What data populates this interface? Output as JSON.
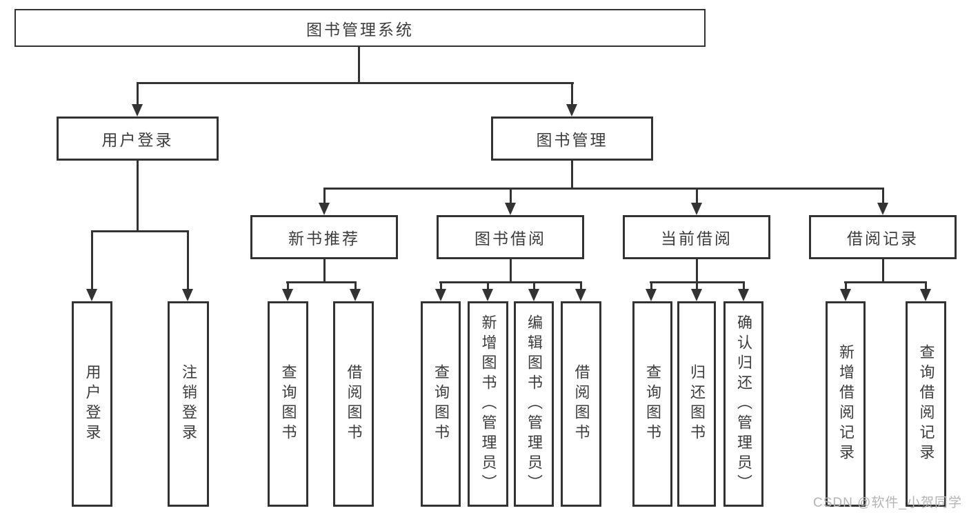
{
  "diagram": {
    "type": "hierarchy-tree",
    "watermark": "CSDN @软件_小贺同学",
    "colors": {
      "background": "#ffffff",
      "box_border": "#323232",
      "connector_line": "#333333",
      "text": "#3c3c3c",
      "watermark_text": "#b3b3b3"
    },
    "tree": {
      "label": "图书管理系统",
      "children": [
        {
          "label": "用户登录",
          "children": [
            {
              "label": "用户登录"
            },
            {
              "label": "注销登录"
            }
          ]
        },
        {
          "label": "图书管理",
          "children": [
            {
              "label": "新书推荐",
              "children": [
                {
                  "label": "查询图书"
                },
                {
                  "label": "借阅图书"
                }
              ]
            },
            {
              "label": "图书借阅",
              "children": [
                {
                  "label": "查询图书"
                },
                {
                  "label": "新增图书（管理员）"
                },
                {
                  "label": "编辑图书（管理员）"
                },
                {
                  "label": "借阅图书"
                }
              ]
            },
            {
              "label": "当前借阅",
              "children": [
                {
                  "label": "查询图书"
                },
                {
                  "label": "归还图书"
                },
                {
                  "label": "确认归还（管理员）"
                }
              ]
            },
            {
              "label": "借阅记录",
              "children": [
                {
                  "label": "新增借阅记录"
                },
                {
                  "label": "查询借阅记录"
                }
              ]
            }
          ]
        }
      ]
    }
  }
}
